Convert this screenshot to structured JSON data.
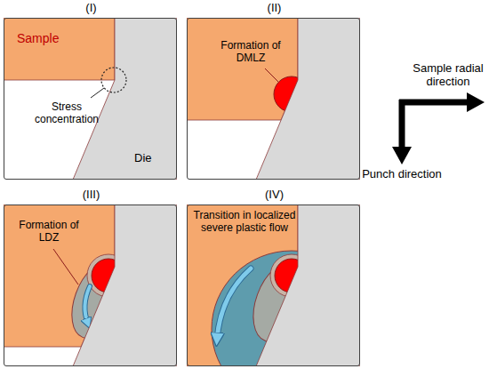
{
  "diagram": {
    "nodes": [
      {
        "text": [
          "(I)",
          "Sample",
          "Stress concentration",
          "Die"
        ]
      },
      {
        "text": [
          "(II)",
          "Formation of DMLZ"
        ]
      },
      {
        "text": [
          "(III)",
          "Formation of LDZ"
        ]
      },
      {
        "text": [
          "(IV)",
          "Transition in localized severe plastic flow"
        ]
      }
    ],
    "edges": [],
    "labels": [
      "Sample radial direction",
      "Punch direction"
    ]
  }
}
